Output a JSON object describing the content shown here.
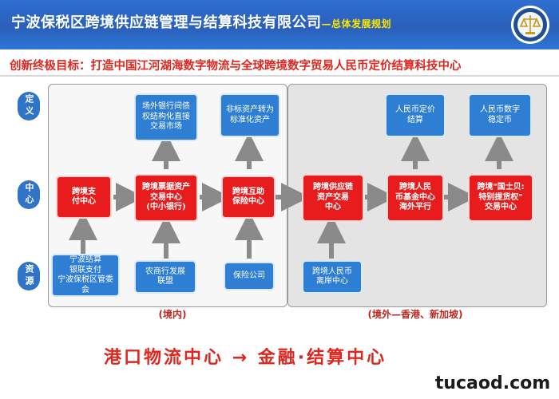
{
  "header": {
    "title": "宁波保税区跨境供应链管理与结算科技有限公司",
    "suffix": "—总体发展规划"
  },
  "goal": "创新终极目标：打造中国江河湖海数字物流与全球跨境数字贸易人民币定价结算科技中心",
  "row_labels": {
    "definition": "定义",
    "center": "中心",
    "resource": "资源"
  },
  "nodes": {
    "def_1": "场外银行间债\n权结构化直接\n交易市场",
    "def_2": "非标资产转为\n标准化资产",
    "def_3": "人民币定价\n结算",
    "def_4": "人民币数字\n稳定币",
    "ctr_1": "跨境支\n付中心",
    "ctr_2": "跨境票据资产\n交易中心\n(中小银行)",
    "ctr_3": "跨境互助\n保险中心",
    "ctr_4": "跨境供应链\n资产交易\n中心",
    "ctr_5": "跨境人民\n币基金中心\n海外平行",
    "ctr_6": "跨境\"国士贝:\n特别提货权\"\n交易中心",
    "res_1": "宁波结算\n银联支付\n宁波保税区管委会",
    "res_2": "农商行发展\n联盟",
    "res_3": "保险公司",
    "res_4": "跨境人民币\n离岸中心"
  },
  "regions": {
    "domestic": "(境内)",
    "overseas": "(境外—香港、新加坡)"
  },
  "slogan": "港口物流中心 → 金融·结算中心",
  "watermark": "tucaod.com",
  "colors": {
    "header": "#2a5fb9",
    "accent_red": "#e81c1c",
    "node_blue": "#2e7fd4",
    "text_red": "#e0261f"
  }
}
